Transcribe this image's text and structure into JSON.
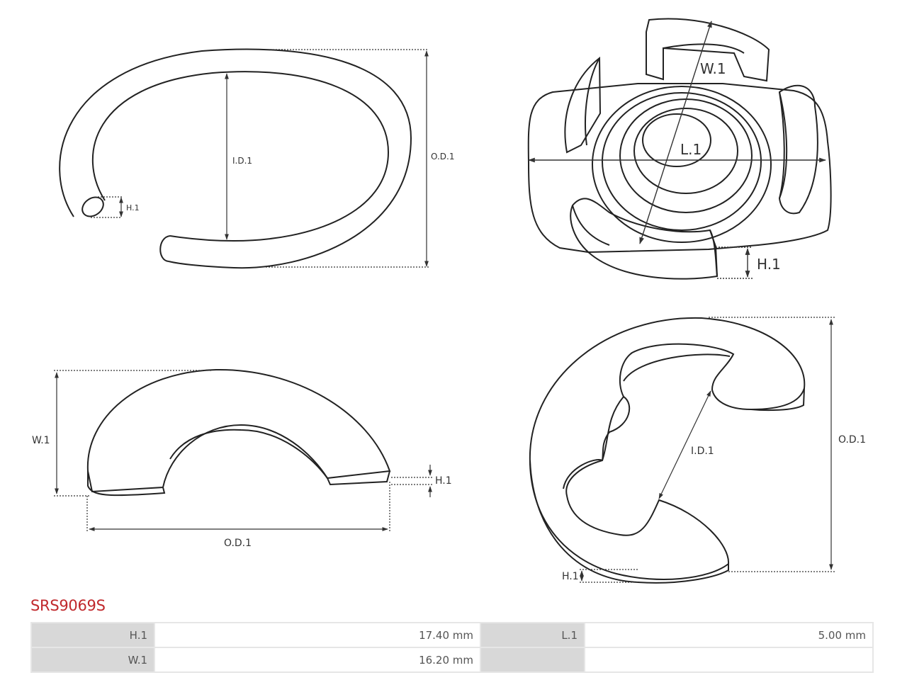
{
  "colors": {
    "line": "#222222",
    "dim": "#333333",
    "title": "#c0282c",
    "label_cell": "#d8d8d8",
    "value_cell": "#ffffff",
    "grid": "#e6e6e6"
  },
  "views": {
    "ring": {
      "id": "I.D.1",
      "od": "O.D.1",
      "h": "H.1"
    },
    "kidney": {
      "w": "W.1",
      "l": "L.1",
      "h": "H.1"
    },
    "arc": {
      "w": "W.1",
      "h": "H.1",
      "od": "O.D.1"
    },
    "eclip": {
      "id": "I.D.1",
      "od": "O.D.1",
      "h": "H.1"
    }
  },
  "part": {
    "code": "SRS9069S"
  },
  "specs": {
    "rows": [
      {
        "label1": "H.1",
        "value1": "17.40 mm",
        "label2": "L.1",
        "value2": "5.00 mm"
      },
      {
        "label1": "W.1",
        "value1": "16.20 mm",
        "label2": "",
        "value2": ""
      }
    ]
  }
}
